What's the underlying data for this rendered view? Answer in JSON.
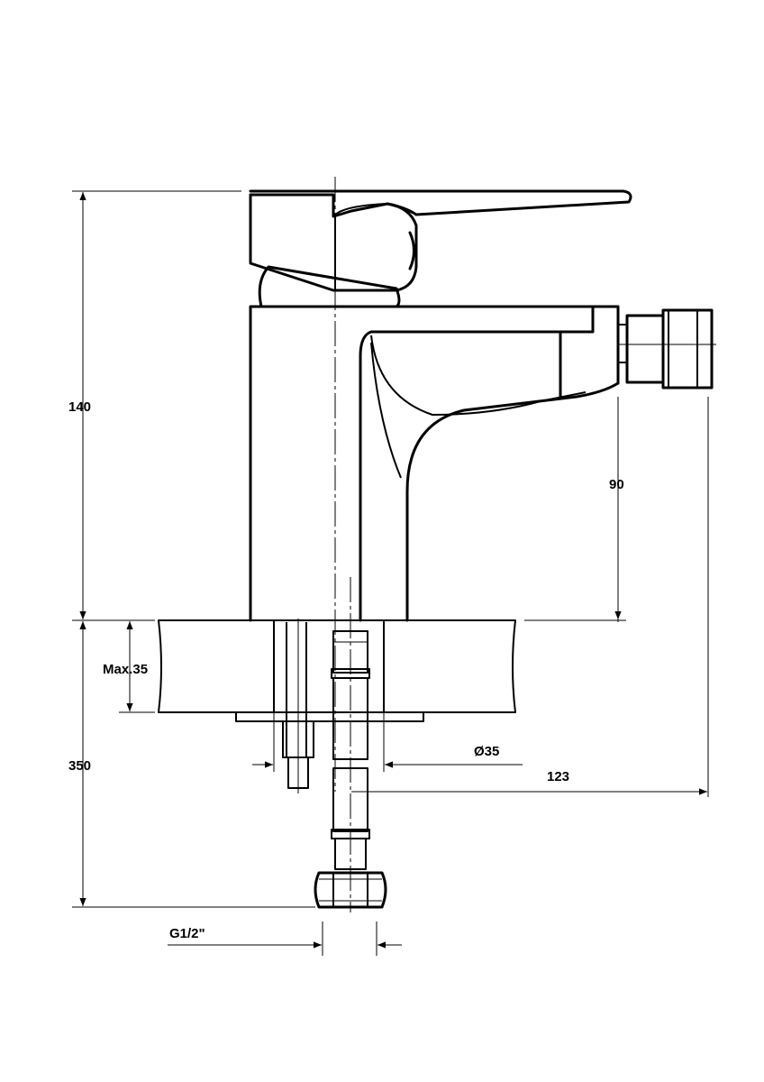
{
  "dimensions": {
    "height_total": "140",
    "spout_height": "90",
    "max_thickness": "Max.35",
    "hose_length": "350",
    "hole_diameter": "Ø35",
    "reach": "123",
    "thread": "G1/2\""
  }
}
